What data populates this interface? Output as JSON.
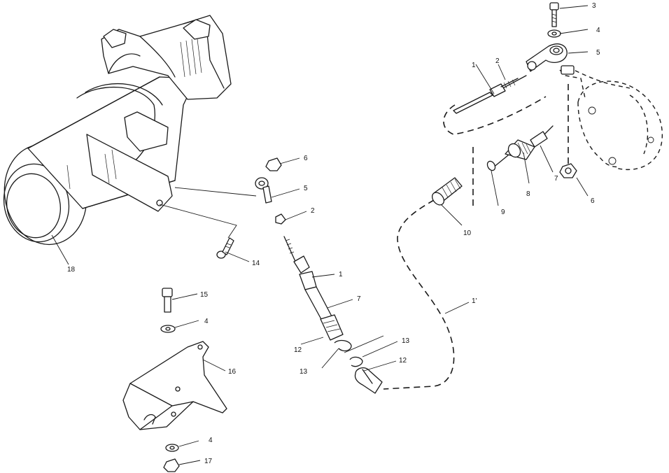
{
  "callouts": {
    "c1_upper": "1",
    "c2_upper": "2",
    "c3": "3",
    "c4_upper": "4",
    "c5_upper": "5",
    "c8_upper": "8",
    "c7_upper": "7",
    "c6_right": "6",
    "c9": "9",
    "c10": "10",
    "c6_mid": "6",
    "c5_mid": "5",
    "c2_mid": "2",
    "c14": "14",
    "c18": "18",
    "c1_mid": "1",
    "c7_mid": "7",
    "c12_mid": "12",
    "c13_mid": "13",
    "c13_low": "13",
    "c12_low": "12",
    "c11": "1'",
    "c15": "15",
    "c4_mid": "4",
    "c16": "16",
    "c4_low": "4",
    "c17": "17"
  }
}
